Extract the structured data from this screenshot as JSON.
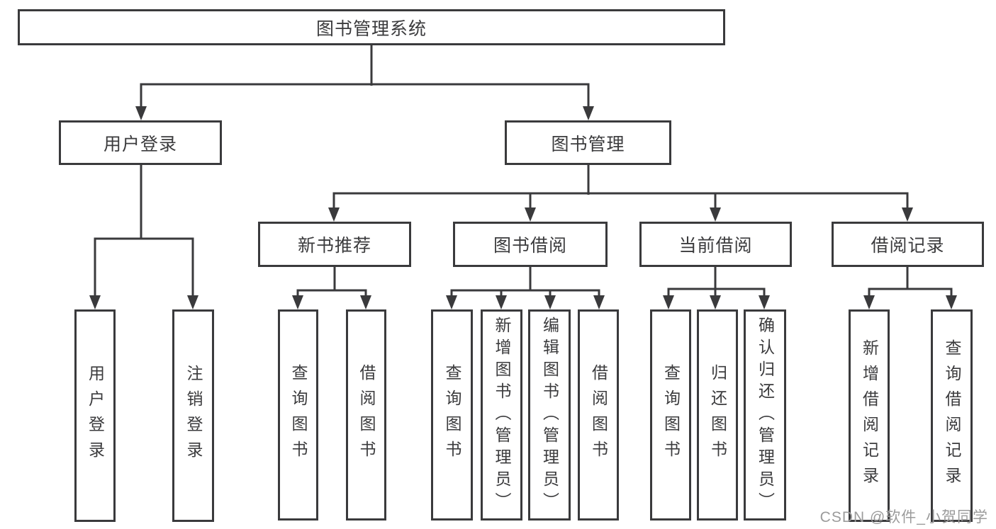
{
  "colors": {
    "line": "#3a3a3c",
    "text": "#3b3b3d",
    "watermark": "#9b9b9b",
    "background": "#ffffff"
  },
  "watermark": "CSDN @软件_小贺同学",
  "nodes": {
    "root": "图书管理系统",
    "level2": [
      "用户登录",
      "图书管理"
    ],
    "level3": [
      "新书推荐",
      "图书借阅",
      "当前借阅",
      "借阅记录"
    ],
    "leaves": [
      "用户登录",
      "注销登录",
      "查询图书",
      "借阅图书",
      "查询图书",
      "新增图书（管理员）",
      "编辑图书（管理员）",
      "借阅图书",
      "查询图书",
      "归还图书",
      "确认归还（管理员）",
      "新增借阅记录",
      "查询借阅记录"
    ]
  },
  "hierarchy": {
    "图书管理系统": [
      "用户登录",
      "图书管理"
    ],
    "用户登录": [
      "用户登录",
      "注销登录"
    ],
    "图书管理": [
      "新书推荐",
      "图书借阅",
      "当前借阅",
      "借阅记录"
    ],
    "新书推荐": [
      "查询图书",
      "借阅图书"
    ],
    "图书借阅": [
      "查询图书",
      "新增图书（管理员）",
      "编辑图书（管理员）",
      "借阅图书"
    ],
    "当前借阅": [
      "查询图书",
      "归还图书",
      "确认归还（管理员）"
    ],
    "借阅记录": [
      "新增借阅记录",
      "查询借阅记录"
    ]
  }
}
